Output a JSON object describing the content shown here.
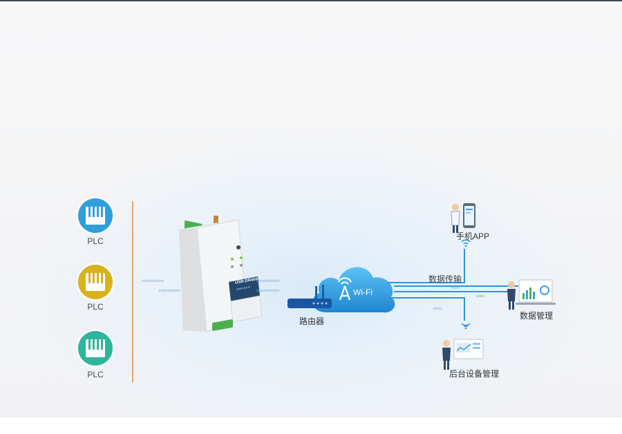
{
  "plcs": [
    {
      "label": "PLC",
      "color": "#2f9fdc"
    },
    {
      "label": "PLC",
      "color": "#d9b11c"
    },
    {
      "label": "PLC",
      "color": "#2fb59b"
    }
  ],
  "device": {
    "model": "USR-DR404",
    "url": "www.usr.cn"
  },
  "router": {
    "label": "路由器"
  },
  "cloud": {
    "label": "Wi-Fi"
  },
  "flow": {
    "label": "数据传输"
  },
  "endpoints": {
    "mobile_app": "手机APP",
    "data_management": "数据管理",
    "backend_management": "后台设备管理"
  },
  "colors": {
    "line": "#2d95d8",
    "cloud": "#2d9be0",
    "divider": "#e0a56c"
  }
}
